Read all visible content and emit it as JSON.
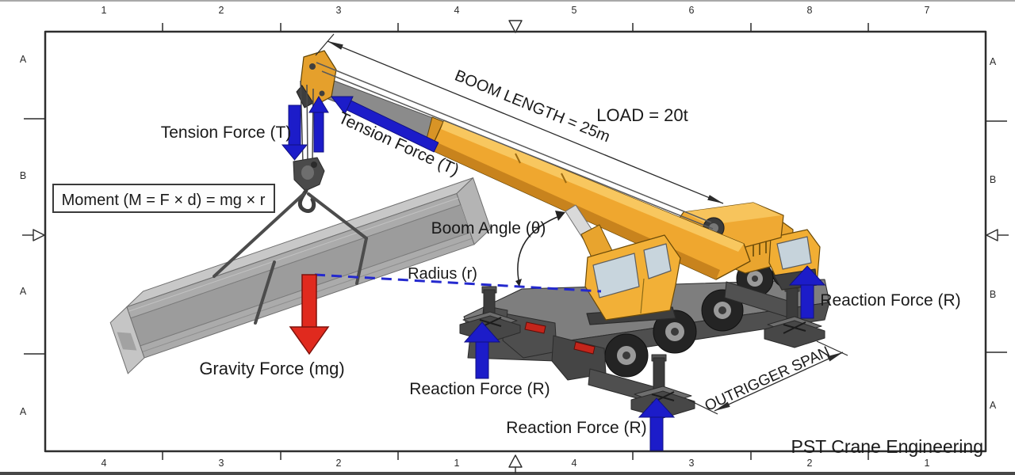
{
  "title": "Crane lifting force diagram",
  "colors": {
    "arrow_blue": "#1c1cc9",
    "arrow_red": "#e02a1e",
    "dash_blue": "#2429ce",
    "crane_yellow": "#efa72f",
    "crane_yellow_light": "#f8c75f",
    "crane_yellow_dark": "#c8831d",
    "beam_gray": "#ababab",
    "carrier_gray": "#4f4f4f",
    "text_dark": "#1a1a1a"
  },
  "frame": {
    "top_numbers": [
      "1",
      "2",
      "3",
      "4",
      "5",
      "6",
      "8",
      "7"
    ],
    "bottom_numbers": [
      "4",
      "3",
      "2",
      "1",
      "4",
      "3",
      "2",
      "1"
    ],
    "left_letters": [
      "A",
      "B",
      "A",
      "A"
    ],
    "right_letters": [
      "A",
      "B",
      "B",
      "A"
    ]
  },
  "labels": {
    "tension_left": "Tension Force (T)",
    "tension_boom": "Tension Force (T)",
    "moment": "Moment (M = F × d) = mg × r",
    "boom_angle": "Boom Angle (θ)",
    "radius": "Radius (r)",
    "gravity": "Gravity Force (mg)",
    "reaction_left": "Reaction Force (R)",
    "reaction_bottom": "Reaction Force (R)",
    "reaction_right": "Reaction Force (R)",
    "boom_length": "BOOM LENGTH = 25m",
    "load": "LOAD = 20t",
    "outrigger_span": "OUTRIGGER SPAN",
    "brand": "PST Crane Engineering"
  }
}
